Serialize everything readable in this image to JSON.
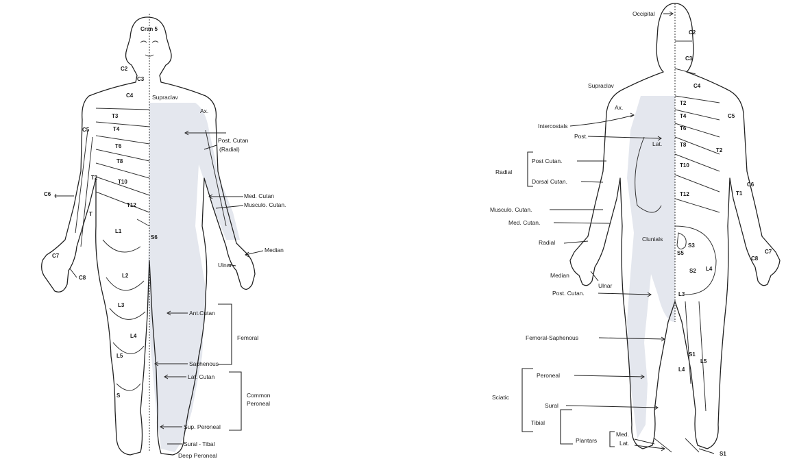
{
  "front": {
    "dermatomes": [
      "Cran 5",
      "C2",
      "C3",
      "C4",
      "T3",
      "T4",
      "T6",
      "T8",
      "T10",
      "T12",
      "T2",
      "T",
      "C5",
      "C6",
      "C7",
      "C8",
      "L1",
      "L2",
      "L3",
      "L4",
      "L5",
      "S",
      "S6"
    ],
    "nerves": [
      "Supraclav",
      "Ax.",
      "Post. Cutan",
      "(Radial)",
      "Med. Cutan",
      "Musculo. Cutan.",
      "Median",
      "Ulnar",
      "Ant.Cutan",
      "Saphenous",
      "Lat. Cutan",
      "Sup. Peroneal",
      "Sural - Tibal",
      "Deep Peroneal"
    ],
    "groups": [
      "Femoral",
      "Common",
      "Peroneal"
    ]
  },
  "back": {
    "dermatomes": [
      "C2",
      "C3",
      "C4",
      "C5",
      "T2",
      "T4",
      "T6",
      "T8",
      "T10",
      "T12",
      "T2",
      "C6",
      "T1",
      "C7",
      "C8",
      "S5",
      "S3",
      "S2",
      "L4",
      "L3",
      "S1",
      "L5",
      "L4",
      "S1"
    ],
    "nerves": [
      "Occipital",
      "Supraclav",
      "Ax.",
      "Intercostals",
      "Post.",
      "Lat.",
      "Post Cutan.",
      "Dorsal Cutan.",
      "Musculo. Cutan.",
      "Med. Cutan.",
      "Radial",
      "Median",
      "Ulnar",
      "Clunials",
      "Post. Cutan.",
      "Femoral-Saphenous",
      "Peroneal",
      "Sural",
      "Med.",
      "Lat."
    ],
    "groups": [
      "Radial",
      "Sciatic",
      "Tibial",
      "Plantars"
    ]
  },
  "colors": {
    "shade": "#e4e7ee",
    "ink": "#222222"
  }
}
